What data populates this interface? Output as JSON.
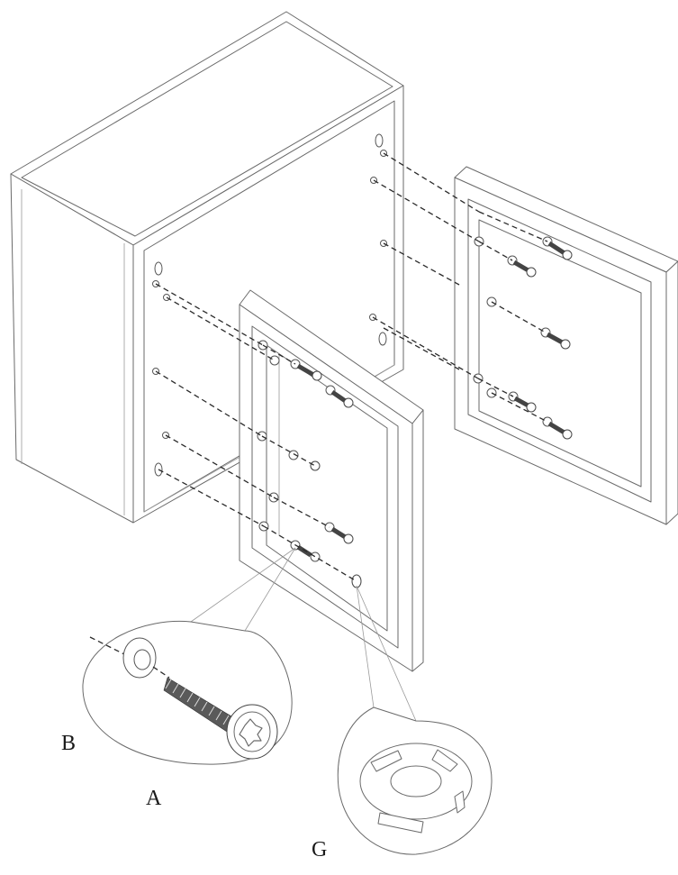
{
  "labels": {
    "washer": "B",
    "screw": "A",
    "cap": "G"
  }
}
